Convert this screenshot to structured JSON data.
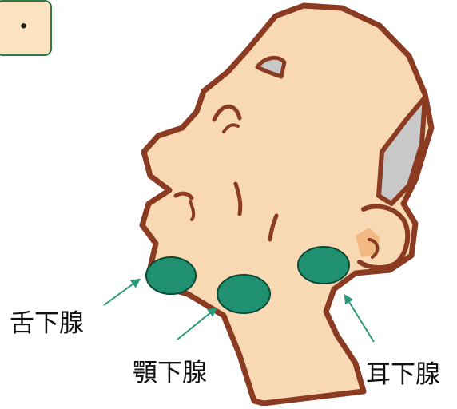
{
  "badge": {
    "text": "・"
  },
  "labels": {
    "sublingual": "舌下腺",
    "submandibular": "顎下腺",
    "parotid": "耳下腺"
  },
  "colors": {
    "skin": "#f8d9b4",
    "outline": "#8a3b22",
    "gland": "#1f9070",
    "gland_outline": "#0b4a35",
    "arrow": "#2a9a7a",
    "ear_inner": "#f3b984",
    "hair": "#c8c8c8"
  }
}
